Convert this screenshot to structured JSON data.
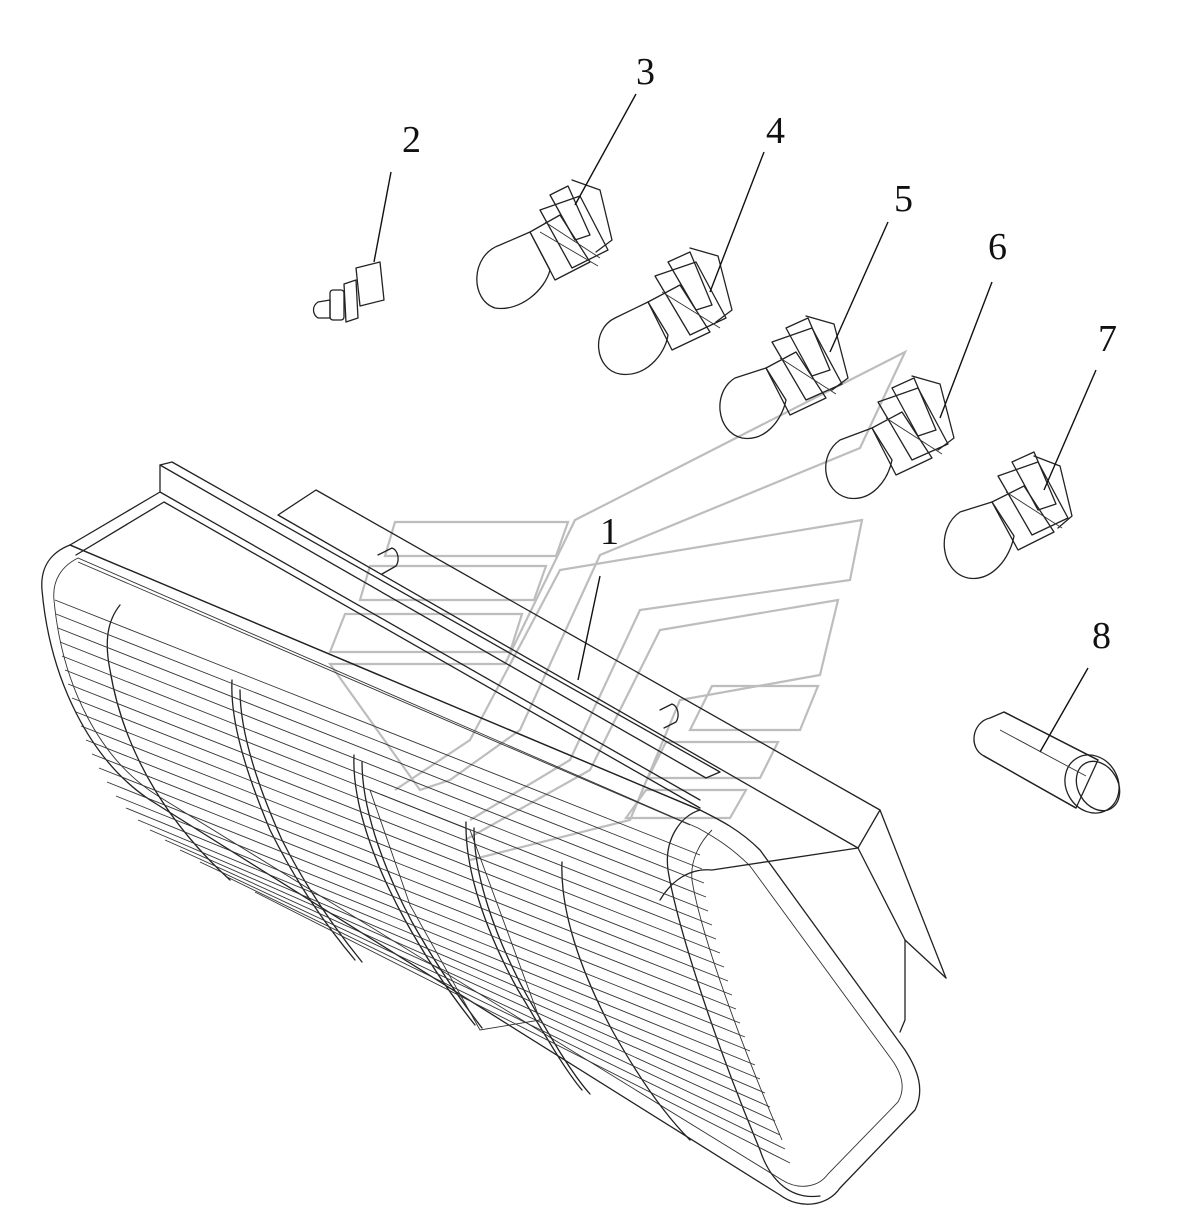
{
  "callouts": [
    {
      "id": "1",
      "label": "1"
    },
    {
      "id": "2",
      "label": "2"
    },
    {
      "id": "3",
      "label": "3"
    },
    {
      "id": "4",
      "label": "4"
    },
    {
      "id": "5",
      "label": "5"
    },
    {
      "id": "6",
      "label": "6"
    },
    {
      "id": "7",
      "label": "7"
    },
    {
      "id": "8",
      "label": "8"
    }
  ],
  "colors": {
    "line": "#222222",
    "background": "#ffffff",
    "watermark": "#bdbdbd"
  }
}
